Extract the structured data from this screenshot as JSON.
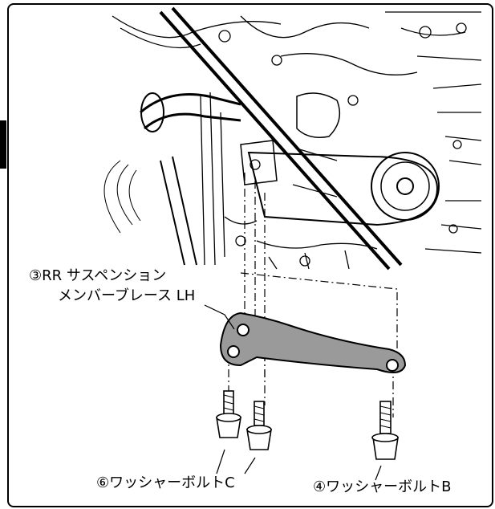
{
  "callouts": {
    "part3_line1": "③RR サスペンション",
    "part3_line2": "メンバーブレース LH",
    "part6": "⑥ワッシャーボルトC",
    "part4": "④ワッシャーボルトB"
  },
  "colors": {
    "line": "#000000",
    "bracket_fill": "#9a9a9a",
    "background": "#ffffff"
  }
}
